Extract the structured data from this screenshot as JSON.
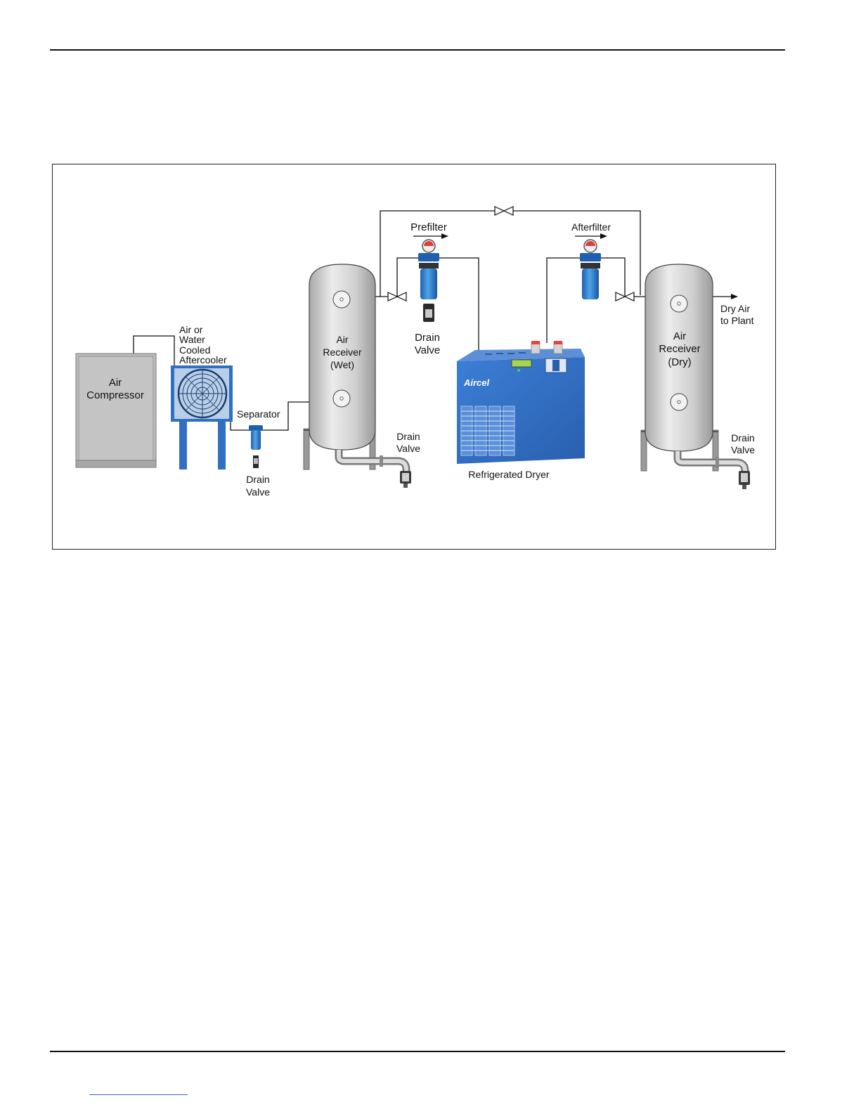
{
  "labels": {
    "air_compressor": [
      "Air",
      "Compressor"
    ],
    "aftercooler": [
      "Air or",
      "Water",
      "Cooled",
      "Aftercooler"
    ],
    "separator": "Separator",
    "drain_valve_separator": [
      "Drain",
      "Valve"
    ],
    "receiver_wet": [
      "Air",
      "Receiver",
      "(Wet)"
    ],
    "drain_valve_wet": [
      "Drain",
      "Valve"
    ],
    "prefilter": "Prefilter",
    "drain_valve_prefilter": [
      "Drain",
      "Valve"
    ],
    "dryer_brand": "Aircel",
    "refrigerated_dryer": "Refrigerated Dryer",
    "afterfilter": "Afterfilter",
    "receiver_dry": [
      "Air",
      "Receiver",
      "(Dry)"
    ],
    "drain_valve_dry": [
      "Drain",
      "Valve"
    ],
    "dry_air": [
      "Dry Air",
      "to Plant"
    ]
  },
  "colors": {
    "equipment_blue": "#2f6fc4",
    "tank_gray": "#c9c9c9",
    "compressor_gray": "#bdbdbd",
    "pipe_line": "#111111"
  }
}
